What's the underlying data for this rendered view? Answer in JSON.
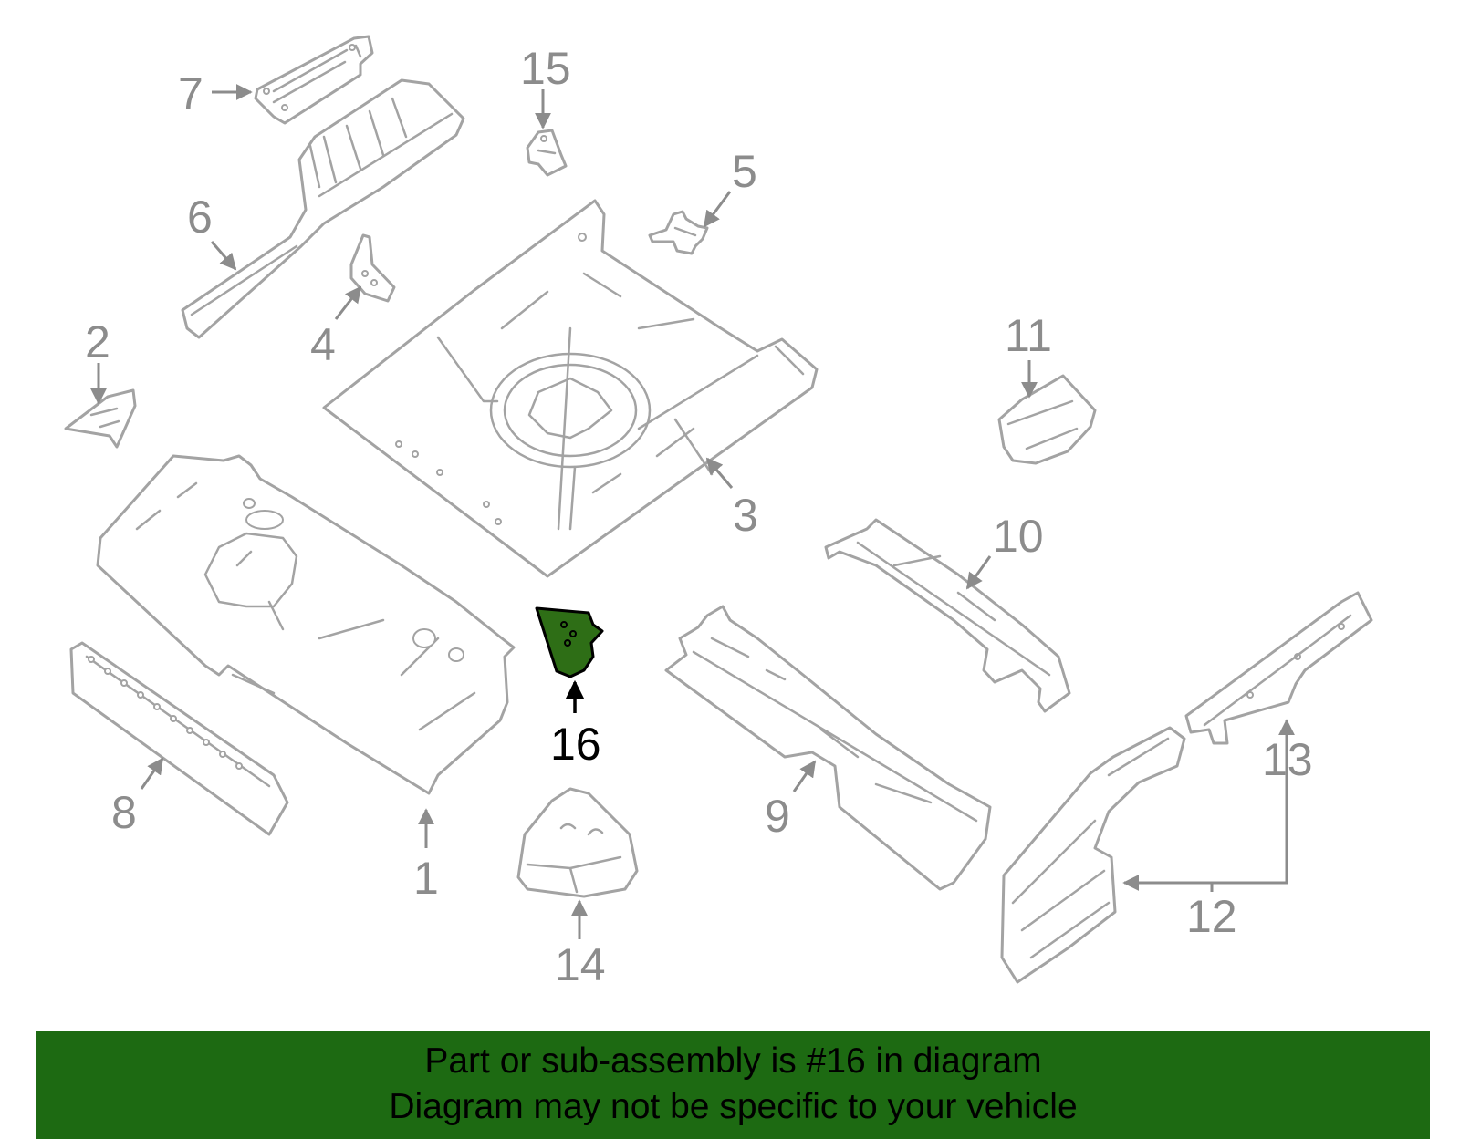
{
  "callouts": {
    "c1": "1",
    "c2": "2",
    "c3": "3",
    "c4": "4",
    "c5": "5",
    "c6": "6",
    "c7": "7",
    "c8": "8",
    "c9": "9",
    "c10": "10",
    "c11": "11",
    "c12": "12",
    "c13": "13",
    "c14": "14",
    "c15": "15",
    "c16": "16"
  },
  "highlighted_part": "16",
  "colors": {
    "highlight": "#2e6e16",
    "banner": "#1d6a12",
    "line_art": "#a3a3a3"
  },
  "banner": {
    "line1": "Part or sub-assembly is #16 in diagram",
    "line2": "Diagram may not be specific to your vehicle"
  }
}
